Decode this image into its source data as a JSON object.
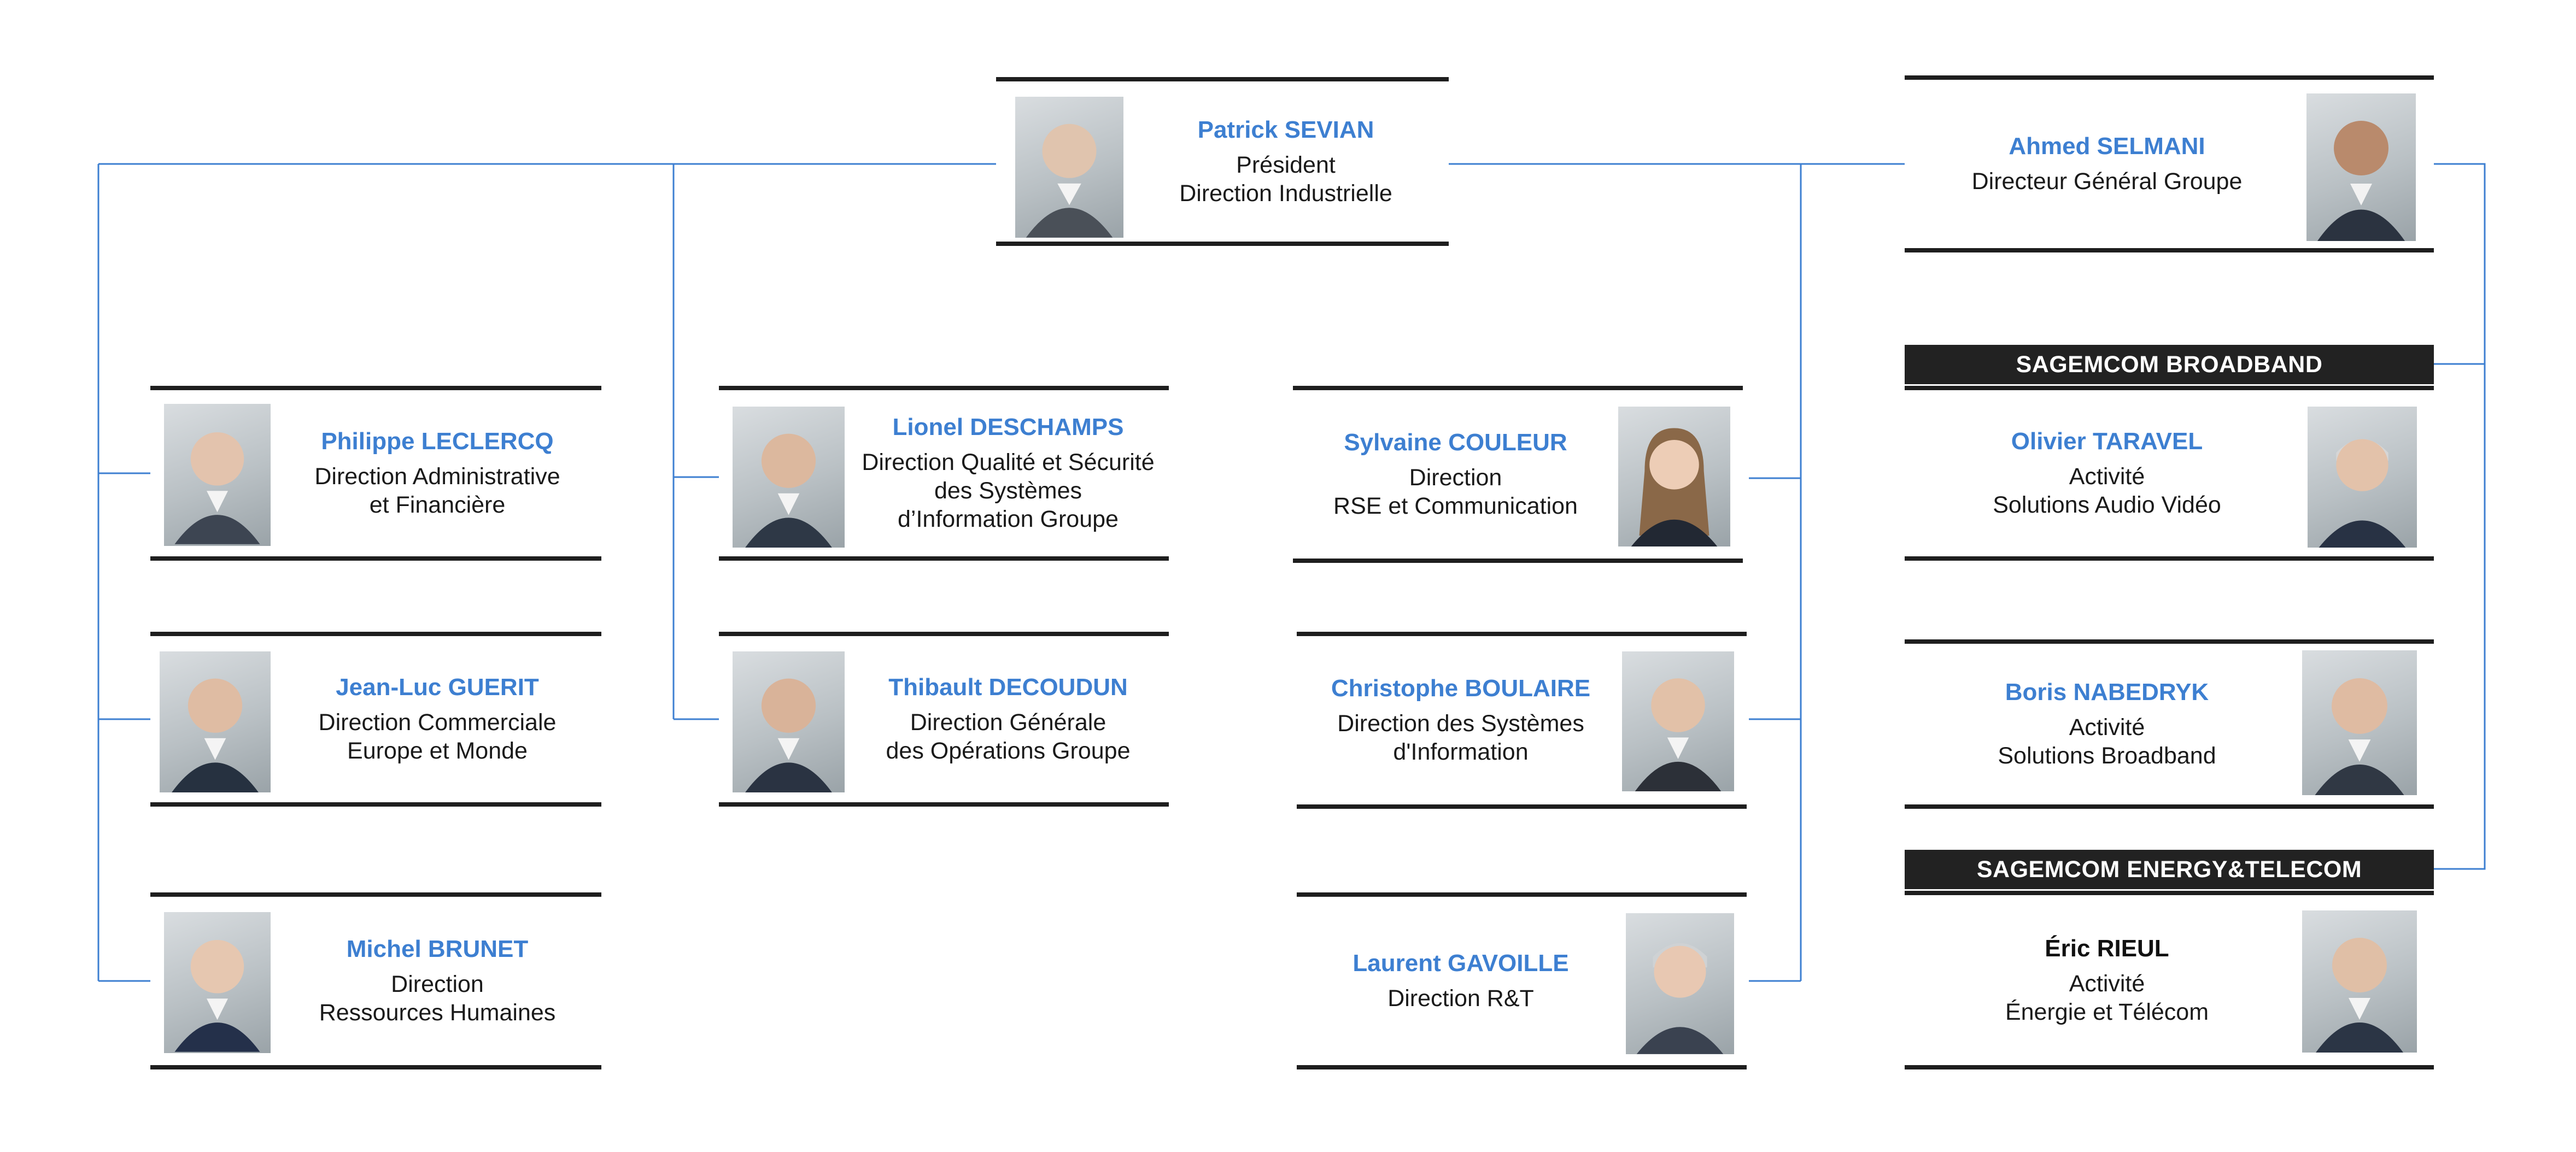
{
  "colors": {
    "accent": "#3d7fd1",
    "rule": "#1e1e1e",
    "banner_bg": "#222222"
  },
  "president": {
    "name": "Patrick SEVIAN",
    "role1": "Président",
    "role2": "Direction Industrielle",
    "photo": "person-photo"
  },
  "ceo": {
    "name": "Ahmed SELMANI",
    "role1": "Directeur Général Groupe",
    "photo": "person-photo"
  },
  "left_column": [
    {
      "name": "Philippe LECLERCQ",
      "role1": "Direction Administrative",
      "role2": "et Financière"
    },
    {
      "name": "Jean-Luc GUERIT",
      "role1": "Direction Commerciale",
      "role2": "Europe et Monde"
    },
    {
      "name": "Michel BRUNET",
      "role1": "Direction",
      "role2": "Ressources Humaines"
    }
  ],
  "mid_left_column": [
    {
      "name": "Lionel DESCHAMPS",
      "role1": "Direction Qualité et Sécurité",
      "role2": "des Systèmes",
      "role3": "d’Information Groupe"
    },
    {
      "name": "Thibault DECOUDUN",
      "role1": "Direction Générale",
      "role2": "des Opérations Groupe"
    }
  ],
  "mid_right_column": [
    {
      "name": "Sylvaine COULEUR",
      "role1": "Direction",
      "role2": "RSE et Communication"
    },
    {
      "name": "Christophe BOULAIRE",
      "role1": "Direction des Systèmes",
      "role2": "d'Information"
    },
    {
      "name": "Laurent GAVOILLE",
      "role1": "Direction R&T"
    }
  ],
  "broadband": {
    "banner": "SAGEMCOM BROADBAND",
    "members": [
      {
        "name": "Olivier TARAVEL",
        "role1": "Activité",
        "role2": "Solutions Audio Vidéo"
      },
      {
        "name": "Boris NABEDRYK",
        "role1": "Activité",
        "role2": "Solutions Broadband"
      }
    ]
  },
  "energy": {
    "banner": "SAGEMCOM ENERGY&TELECOM",
    "members": [
      {
        "name": "Éric RIEUL",
        "role1": "Activité",
        "role2": "Énergie et Télécom"
      }
    ]
  }
}
